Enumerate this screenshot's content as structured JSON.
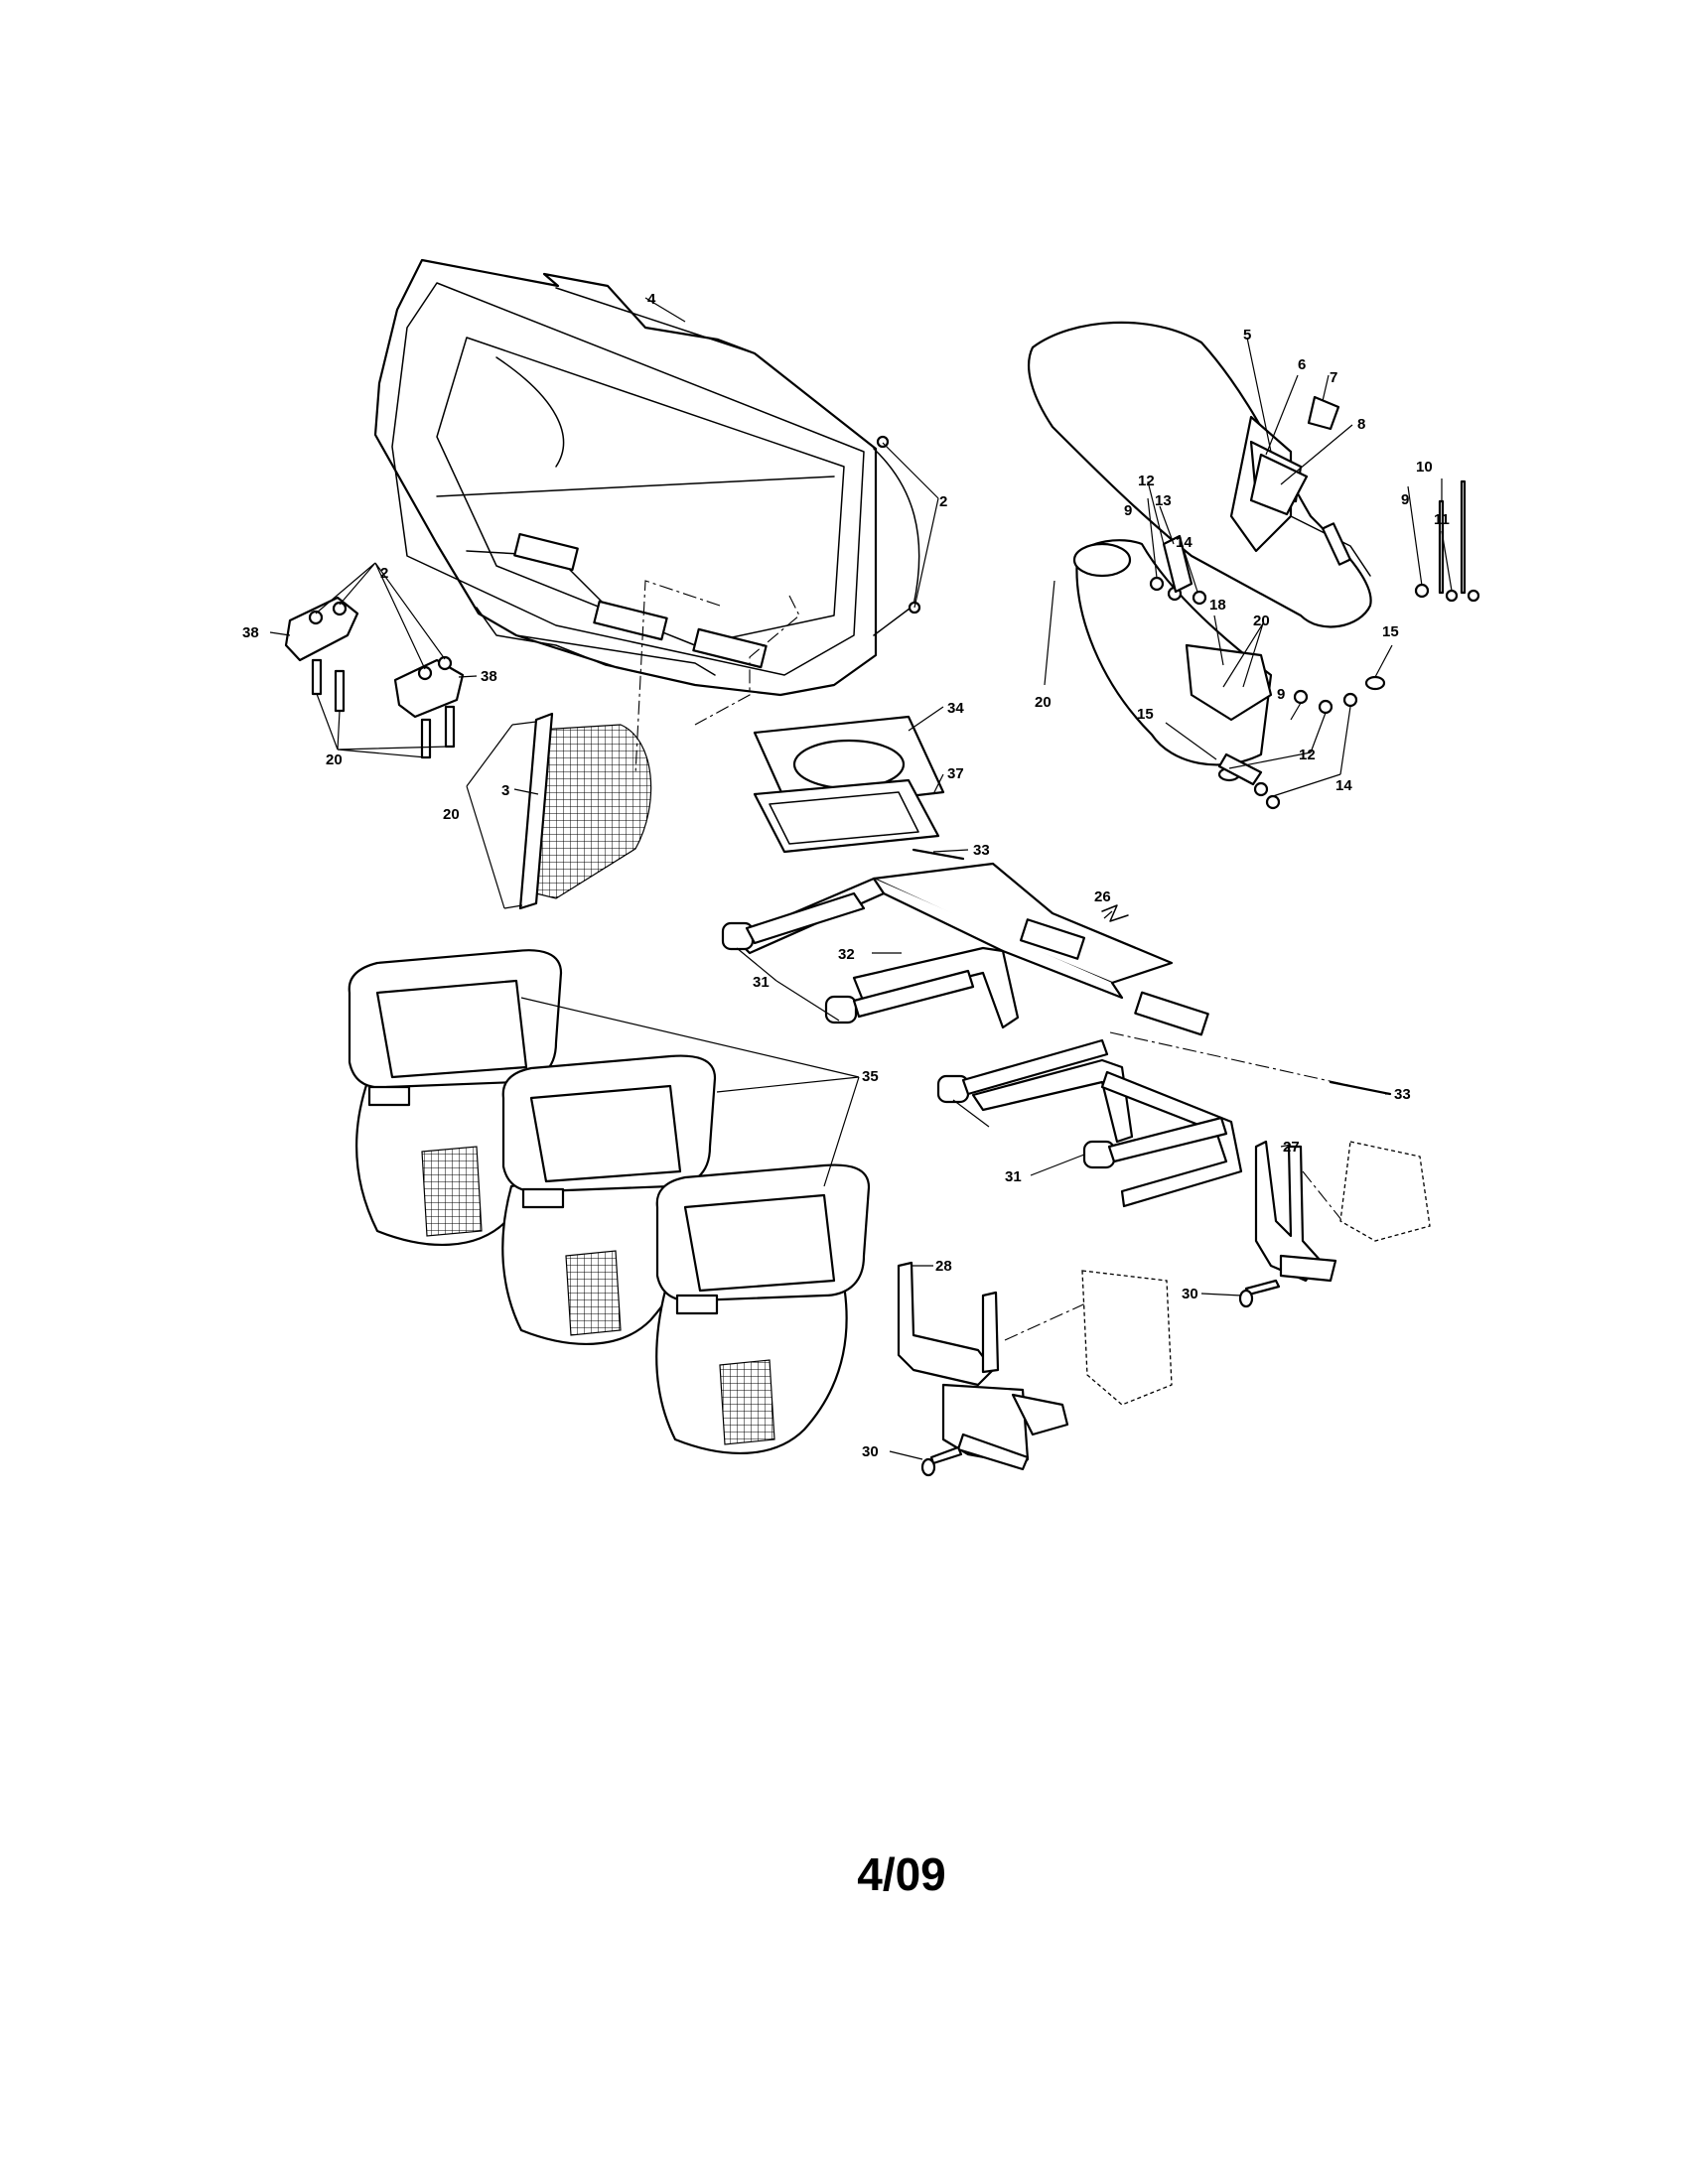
{
  "diagram": {
    "callouts": {
      "c2a": "2",
      "c2b": "2",
      "c3": "3",
      "c4": "4",
      "c5": "5",
      "c6": "6",
      "c7": "7",
      "c8": "8",
      "c9a": "9",
      "c9b": "9",
      "c9c": "9",
      "c10": "10",
      "c11": "11",
      "c12a": "12",
      "c12b": "12",
      "c13": "13",
      "c14a": "14",
      "c14b": "14",
      "c15a": "15",
      "c15b": "15",
      "c18": "18",
      "c20a": "20",
      "c20b": "20",
      "c20c": "20",
      "c20d": "20",
      "c26": "26",
      "c27": "27",
      "c28": "28",
      "c30a": "30",
      "c30b": "30",
      "c31a": "31",
      "c31b": "31",
      "c32": "32",
      "c33a": "33",
      "c33b": "33",
      "c34": "34",
      "c35": "35",
      "c37": "37",
      "c38a": "38",
      "c38b": "38"
    }
  },
  "footer": {
    "date_code": "4/09"
  }
}
